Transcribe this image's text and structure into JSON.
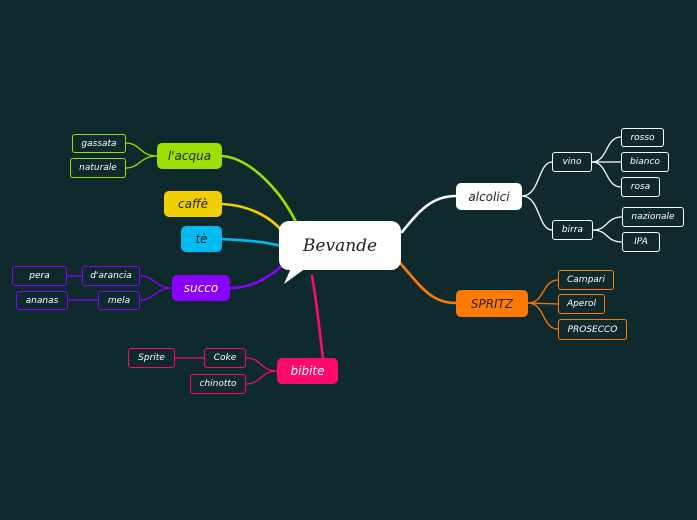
{
  "central": "Bevande",
  "branches": {
    "acqua": {
      "label": "l'acqua",
      "color": "#9be000",
      "children": [
        "gassata",
        "naturale"
      ]
    },
    "caffe": {
      "label": "caffè",
      "color": "#f2cf00"
    },
    "te": {
      "label": "tè",
      "color": "#00baf2"
    },
    "succo": {
      "label": "succo",
      "color": "#8a00ff",
      "children": [
        {
          "label": "d'arancia",
          "sub": [
            "pera"
          ]
        },
        {
          "label": "mela",
          "sub": [
            "ananas"
          ]
        }
      ]
    },
    "bibite": {
      "label": "bibite",
      "color": "#ff0a6c",
      "children": [
        {
          "label": "Coke",
          "sub": [
            "Sprite"
          ]
        },
        {
          "label": "chinotto"
        }
      ]
    },
    "alcolici": {
      "label": "alcolici",
      "color": "#ffffff",
      "children": [
        {
          "label": "vino",
          "sub": [
            "rosso",
            "bianco",
            "rosa"
          ]
        },
        {
          "label": "birra",
          "sub": [
            "nazionale",
            "IPA"
          ]
        }
      ]
    },
    "spritz": {
      "label": "SPRITZ",
      "color": "#ff7a00",
      "children": [
        "Campari",
        "Aperol",
        "PROSECCO"
      ]
    }
  }
}
